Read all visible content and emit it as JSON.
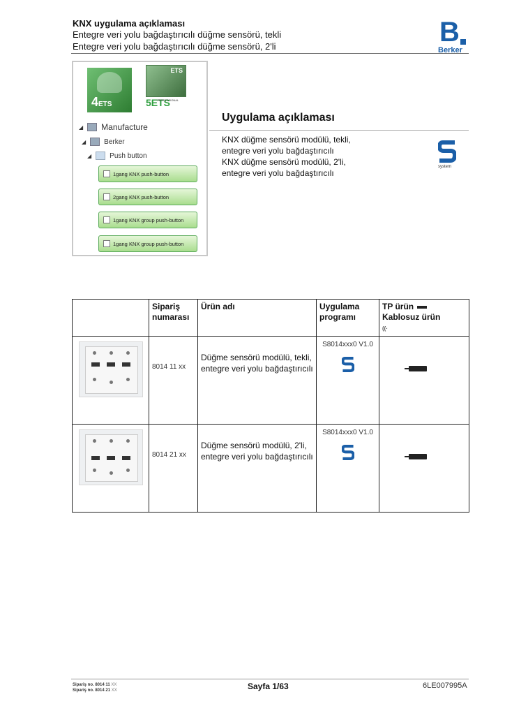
{
  "header": {
    "title": "KNX uygulama açıklaması",
    "line2": "Entegre veri yolu bağdaştırıcılı düğme sensörü, tekli",
    "line3": "Entegre veri yolu bağdaştırıcılı düğme sensörü, 2'li",
    "brand": "Berker",
    "brand_color": "#1b5fa8"
  },
  "ets": {
    "ets4_label": "4",
    "ets4_sub": "ETS",
    "ets5_header": "ETS",
    "ets5_label": "5ETS",
    "ets5_professional": "PROFESSIONAL",
    "tree": {
      "root": "Manufacture",
      "maker": "Berker",
      "category": "Push button",
      "items": [
        "1gang KNX push-button",
        "2gang KNX push-button",
        "1gang KNX group push-button",
        "1gang KNX group push-button"
      ]
    }
  },
  "section": {
    "title": "Uygulama açıklaması",
    "desc_lines": [
      "KNX düğme sensörü modülü, tekli,",
      "entegre veri yolu bağdaştırıcılı",
      "KNX düğme sensörü modülü, 2'li,",
      "entegre veri yolu bağdaştırıcılı"
    ],
    "s_system_caption": "system"
  },
  "table": {
    "headers": {
      "order": "Sipariş numarası",
      "name": "Ürün adı",
      "program": "Uygulama programı",
      "tp": "TP ürün",
      "wireless": "Kablosuz ürün"
    },
    "rows": [
      {
        "order": "8014 11 xx",
        "name": "Düğme sensörü modülü, tekli, entegre veri yolu bağdaştırıcılı",
        "program": "S8014xxx0 V1.0"
      },
      {
        "order": "8014 21 xx",
        "name": "Düğme sensörü modülü, 2'li, entegre veri yolu bağdaştırıcılı",
        "program": "S8014xxx0 V1.0"
      }
    ]
  },
  "footer": {
    "order_label1": "Sipariş no. 8014 11",
    "order_suffix1": "XX",
    "order_label2": "Sipariş no. 8014 21",
    "order_suffix2": "XX",
    "page": "Sayfa 1/63",
    "doc_no": "6LE007995A"
  }
}
